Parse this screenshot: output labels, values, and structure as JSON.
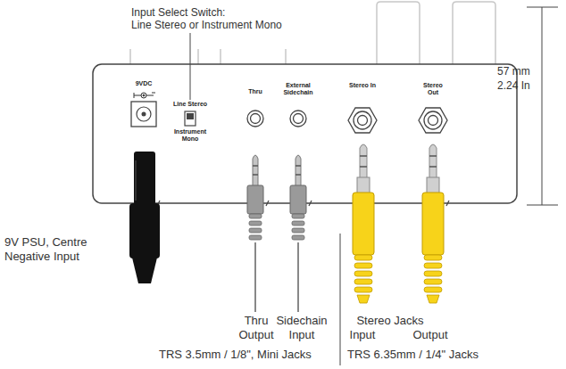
{
  "diagram": {
    "labels": [
      "Input Select Switch:",
      "Line Stereo or Instrument Mono",
      "9VDC",
      "Line Stereo",
      "Instrument Mono",
      "Thru",
      "External Sidechain",
      "Stereo In",
      "Stereo Out",
      "57 mm",
      "2.24 In",
      "9V PSU, Centre Negative Input",
      "Thru Output",
      "Sidechain Input",
      "Stereo Jacks",
      "Input",
      "Output",
      "TRS 3.5mm / 1/8\", Mini Jacks",
      "TRS 6.35mm / 1/4\" Jacks"
    ]
  }
}
